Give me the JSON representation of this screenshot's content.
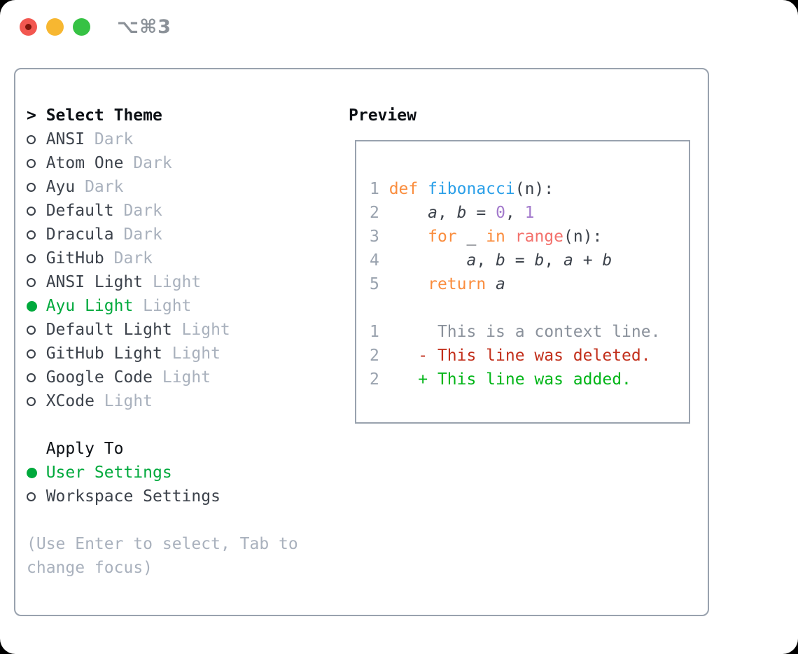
{
  "titlebar": {
    "shortcut": "⌥⌘3"
  },
  "panel": {
    "prompt": ">",
    "header": "Select Theme",
    "items": [
      {
        "name": "ANSI",
        "variant": "Dark",
        "selected": false
      },
      {
        "name": "Atom One",
        "variant": "Dark",
        "selected": false
      },
      {
        "name": "Ayu",
        "variant": "Dark",
        "selected": false
      },
      {
        "name": "Default",
        "variant": "Dark",
        "selected": false
      },
      {
        "name": "Dracula",
        "variant": "Dark",
        "selected": false
      },
      {
        "name": "GitHub",
        "variant": "Dark",
        "selected": false
      },
      {
        "name": "ANSI Light",
        "variant": "Light",
        "selected": false
      },
      {
        "name": "Ayu Light",
        "variant": "Light",
        "selected": true
      },
      {
        "name": "Default Light",
        "variant": "Light",
        "selected": false
      },
      {
        "name": "GitHub Light",
        "variant": "Light",
        "selected": false
      },
      {
        "name": "Google Code",
        "variant": "Light",
        "selected": false
      },
      {
        "name": "XCode",
        "variant": "Light",
        "selected": false
      }
    ],
    "apply": {
      "header": "Apply To",
      "options": [
        {
          "label": "User Settings",
          "selected": true
        },
        {
          "label": "Workspace Settings",
          "selected": false
        }
      ]
    },
    "hint_lines": [
      "(Use Enter to select, Tab to",
      "change focus)"
    ]
  },
  "preview": {
    "header": "Preview",
    "lines": [
      {
        "num": "1",
        "tokens": [
          {
            "text": "def ",
            "kind": "kw"
          },
          {
            "text": "fibonacci",
            "kind": "fn"
          },
          {
            "text": "(n):",
            "kind": "plain"
          }
        ]
      },
      {
        "num": "2",
        "tokens": [
          {
            "text": "    ",
            "kind": "plain"
          },
          {
            "text": "a",
            "kind": "var"
          },
          {
            "text": ", ",
            "kind": "plain"
          },
          {
            "text": "b",
            "kind": "var"
          },
          {
            "text": " = ",
            "kind": "plain"
          },
          {
            "text": "0",
            "kind": "num"
          },
          {
            "text": ", ",
            "kind": "plain"
          },
          {
            "text": "1",
            "kind": "num"
          }
        ]
      },
      {
        "num": "3",
        "tokens": [
          {
            "text": "    ",
            "kind": "plain"
          },
          {
            "text": "for",
            "kind": "kw"
          },
          {
            "text": " _ ",
            "kind": "plain"
          },
          {
            "text": "in",
            "kind": "kw"
          },
          {
            "text": " ",
            "kind": "plain"
          },
          {
            "text": "range",
            "kind": "call"
          },
          {
            "text": "(n):",
            "kind": "plain"
          }
        ]
      },
      {
        "num": "4",
        "tokens": [
          {
            "text": "        ",
            "kind": "plain"
          },
          {
            "text": "a",
            "kind": "var"
          },
          {
            "text": ", ",
            "kind": "plain"
          },
          {
            "text": "b",
            "kind": "var"
          },
          {
            "text": " = ",
            "kind": "plain"
          },
          {
            "text": "b",
            "kind": "var"
          },
          {
            "text": ", ",
            "kind": "plain"
          },
          {
            "text": "a",
            "kind": "var"
          },
          {
            "text": " + ",
            "kind": "plain"
          },
          {
            "text": "b",
            "kind": "var"
          }
        ]
      },
      {
        "num": "5",
        "tokens": [
          {
            "text": "    ",
            "kind": "plain"
          },
          {
            "text": "return",
            "kind": "kw"
          },
          {
            "text": " ",
            "kind": "plain"
          },
          {
            "text": "a",
            "kind": "var"
          }
        ]
      },
      {
        "num": "",
        "tokens": []
      },
      {
        "num": "1",
        "tokens": [
          {
            "text": "     This is a context line.",
            "kind": "ctx"
          }
        ]
      },
      {
        "num": "2",
        "tokens": [
          {
            "text": "   ",
            "kind": "plain"
          },
          {
            "text": "- This line was deleted.",
            "kind": "del"
          }
        ]
      },
      {
        "num": "2",
        "tokens": [
          {
            "text": "   ",
            "kind": "plain"
          },
          {
            "text": "+ This line was added.",
            "kind": "add"
          }
        ]
      }
    ]
  },
  "colors": {
    "window_border": "#99a2ae",
    "text_dark": "#3c424b",
    "text_black": "#0b0f14",
    "text_muted": "#a9b1bd",
    "line_number": "#99a2ae",
    "selection_green": "#00a93c",
    "diff_added_green": "#00b517",
    "diff_deleted_red": "#c22f1b",
    "syntax_keyword_orange": "#fa8d3e",
    "syntax_function_blue": "#2a9fe8",
    "syntax_number_purple": "#a37acc",
    "syntax_call_coral": "#f3716c",
    "context_gray": "#8a919b",
    "traffic_red": "#f25750",
    "traffic_yellow": "#f7b731",
    "traffic_green": "#36c244"
  }
}
